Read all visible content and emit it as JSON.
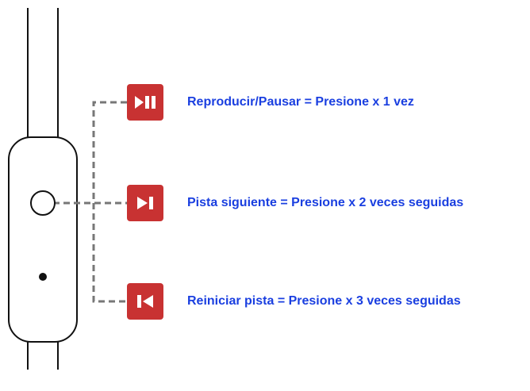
{
  "actions": [
    {
      "icon": "play-pause-icon",
      "label": "Reproducir/Pausar = Presione x 1 vez"
    },
    {
      "icon": "next-track-icon",
      "label": "Pista siguiente = Presione x 2 veces seguidas"
    },
    {
      "icon": "restart-track-icon",
      "label": "Reiniciar pista = Presione x 3 veces seguidas"
    }
  ],
  "colors": {
    "button_red": "#c83232",
    "label_blue": "#1a3fe0",
    "connector_gray": "#777777",
    "outline": "#111111"
  }
}
